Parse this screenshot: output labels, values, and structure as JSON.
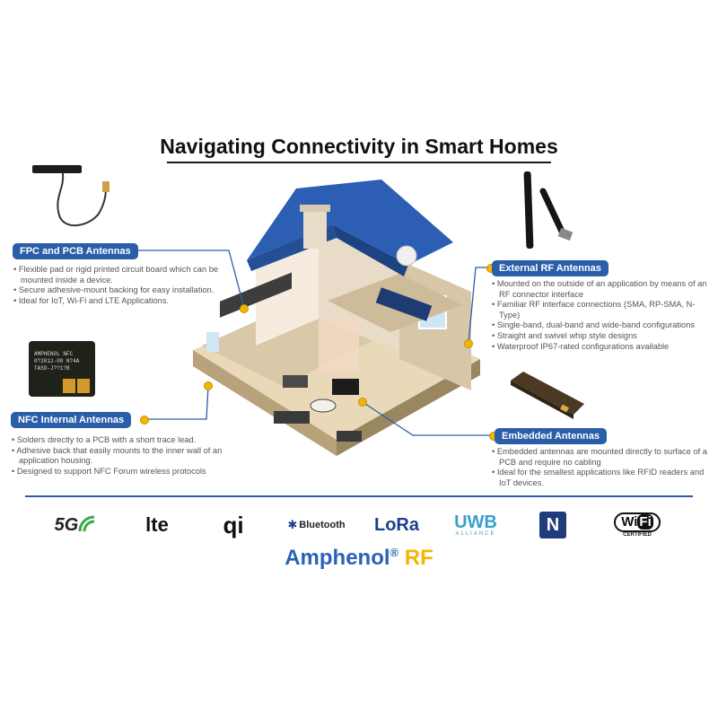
{
  "title": "Navigating Connectivity in Smart Homes",
  "sections": {
    "fpc": {
      "label": "FPC and PCB Antennas",
      "bullets": [
        "Flexible pad or rigid printed circuit board which can be mounted inside a device.",
        "Secure adhesive-mount backing for easy installation.",
        "Ideal for IoT, Wi-Fi and LTE Applications."
      ]
    },
    "nfc": {
      "label": "NFC Internal Antennas",
      "bullets": [
        "Solders directly to a PCB with a short trace lead.",
        "Adhesive back that easily mounts to the inner wall of an application housing.",
        "Designed to support NFC Forum wireless protocols"
      ]
    },
    "external": {
      "label": "External RF Antennas",
      "bullets": [
        "Mounted on the outside of an application by means of an RF connector interface",
        "Familiar RF interface connections (SMA, RP-SMA, N-Type)",
        "Single-band, dual-band and wide-band configurations",
        "Straight and swivel whip style designs",
        "Waterproof IP67-rated configurations available"
      ]
    },
    "embedded": {
      "label": "Embedded Antennas",
      "bullets": [
        "Embedded antennas are mounted directly to surface of a PCB and require no cabling",
        "Ideal for the smallest applications like RFID readers and IoT devices."
      ]
    }
  },
  "nfc_tag_text": [
    "AMPHENOL NFC",
    "0?2012-09 N?4A",
    "TAS9-J??1?B"
  ],
  "logos": {
    "g5": "5G",
    "lte": "lte",
    "qi": "qi",
    "bluetooth": "Bluetooth",
    "lora": "LoRa",
    "uwb": "UWB",
    "uwb_sub": "ALLIANCE",
    "nfc_mark": "N",
    "wifi": "Wi",
    "wifi_fi": "Fi",
    "wifi_sub": "CERTIFIED"
  },
  "brand": {
    "name": "Amphenol",
    "reg": "®",
    "rf": "RF"
  },
  "colors": {
    "accent_blue": "#2a5ea8",
    "brand_gold": "#f2b705",
    "roof_blue": "#2c5fb3"
  }
}
